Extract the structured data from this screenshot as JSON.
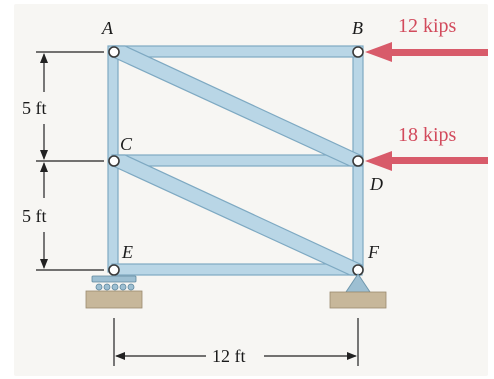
{
  "nodes": {
    "A": "A",
    "B": "B",
    "C": "C",
    "D": "D",
    "E": "E",
    "F": "F"
  },
  "loads": {
    "top": "12 kips",
    "middle": "18 kips"
  },
  "dimensions": {
    "upper_height": "5 ft",
    "lower_height": "5 ft",
    "width": "12 ft"
  },
  "colors": {
    "member": "#b9d6e6",
    "load": "#d24a5c"
  }
}
